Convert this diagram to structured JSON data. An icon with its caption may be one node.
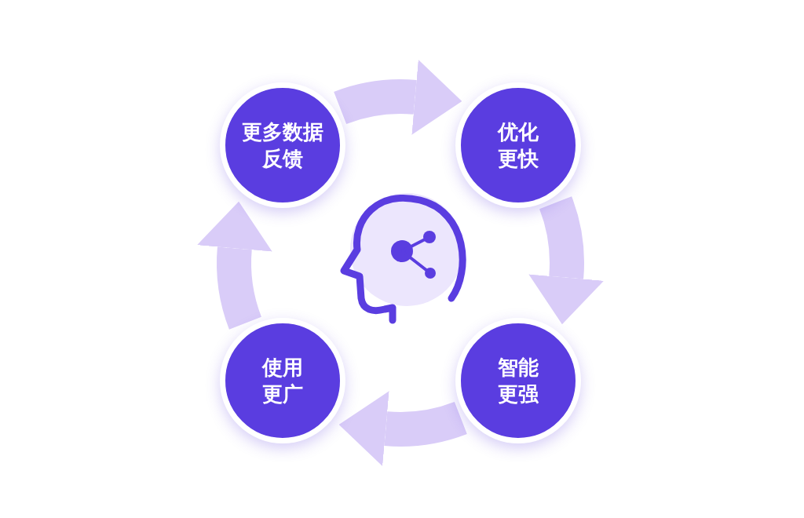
{
  "diagram": {
    "nodes": [
      {
        "text": [
          "更多数据反馈"
        ]
      },
      {
        "text": [
          "优化更快"
        ]
      },
      {
        "text": [
          "智能更强"
        ]
      },
      {
        "text": [
          "使用更广"
        ]
      }
    ],
    "edges": [
      {
        "from": 0,
        "to": 1,
        "arrow": "to"
      },
      {
        "from": 1,
        "to": 2,
        "arrow": "to"
      },
      {
        "from": 2,
        "to": 3,
        "arrow": "to"
      },
      {
        "from": 3,
        "to": 0,
        "arrow": "to"
      }
    ]
  }
}
